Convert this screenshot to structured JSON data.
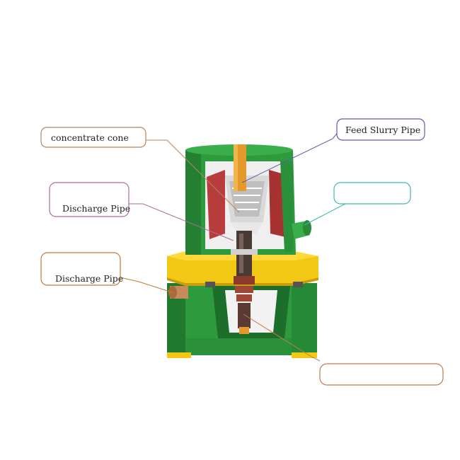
{
  "callouts": [
    {
      "id": "concentrate-cone",
      "text": "concentrate cone",
      "color": "#b9825a"
    },
    {
      "id": "feed-slurry-pipe",
      "text": "Feed Slurry Pipe",
      "color": "#5c5ca8"
    },
    {
      "id": "discharge-pipe-upper",
      "text": "Discharge Pipe",
      "color": "#b06a9a"
    },
    {
      "id": "unlabeled-right",
      "text": "",
      "color": "#3fb8b0"
    },
    {
      "id": "discharge-pipe-lower",
      "text": "Discharge Pipe",
      "color": "#c07a3a"
    },
    {
      "id": "unlabeled-bottom",
      "text": "",
      "color": "#c07a50"
    }
  ],
  "colors": {
    "housing_green": "#2e9a3e",
    "housing_green_dark": "#1f7a2e",
    "flange_yellow": "#f3c814",
    "feed_pipe_orange": "#e39a2a",
    "inner_red": "#b83c3c",
    "rotor_grey": "#d9d9d9",
    "shaft_dark": "#5a3a32"
  }
}
